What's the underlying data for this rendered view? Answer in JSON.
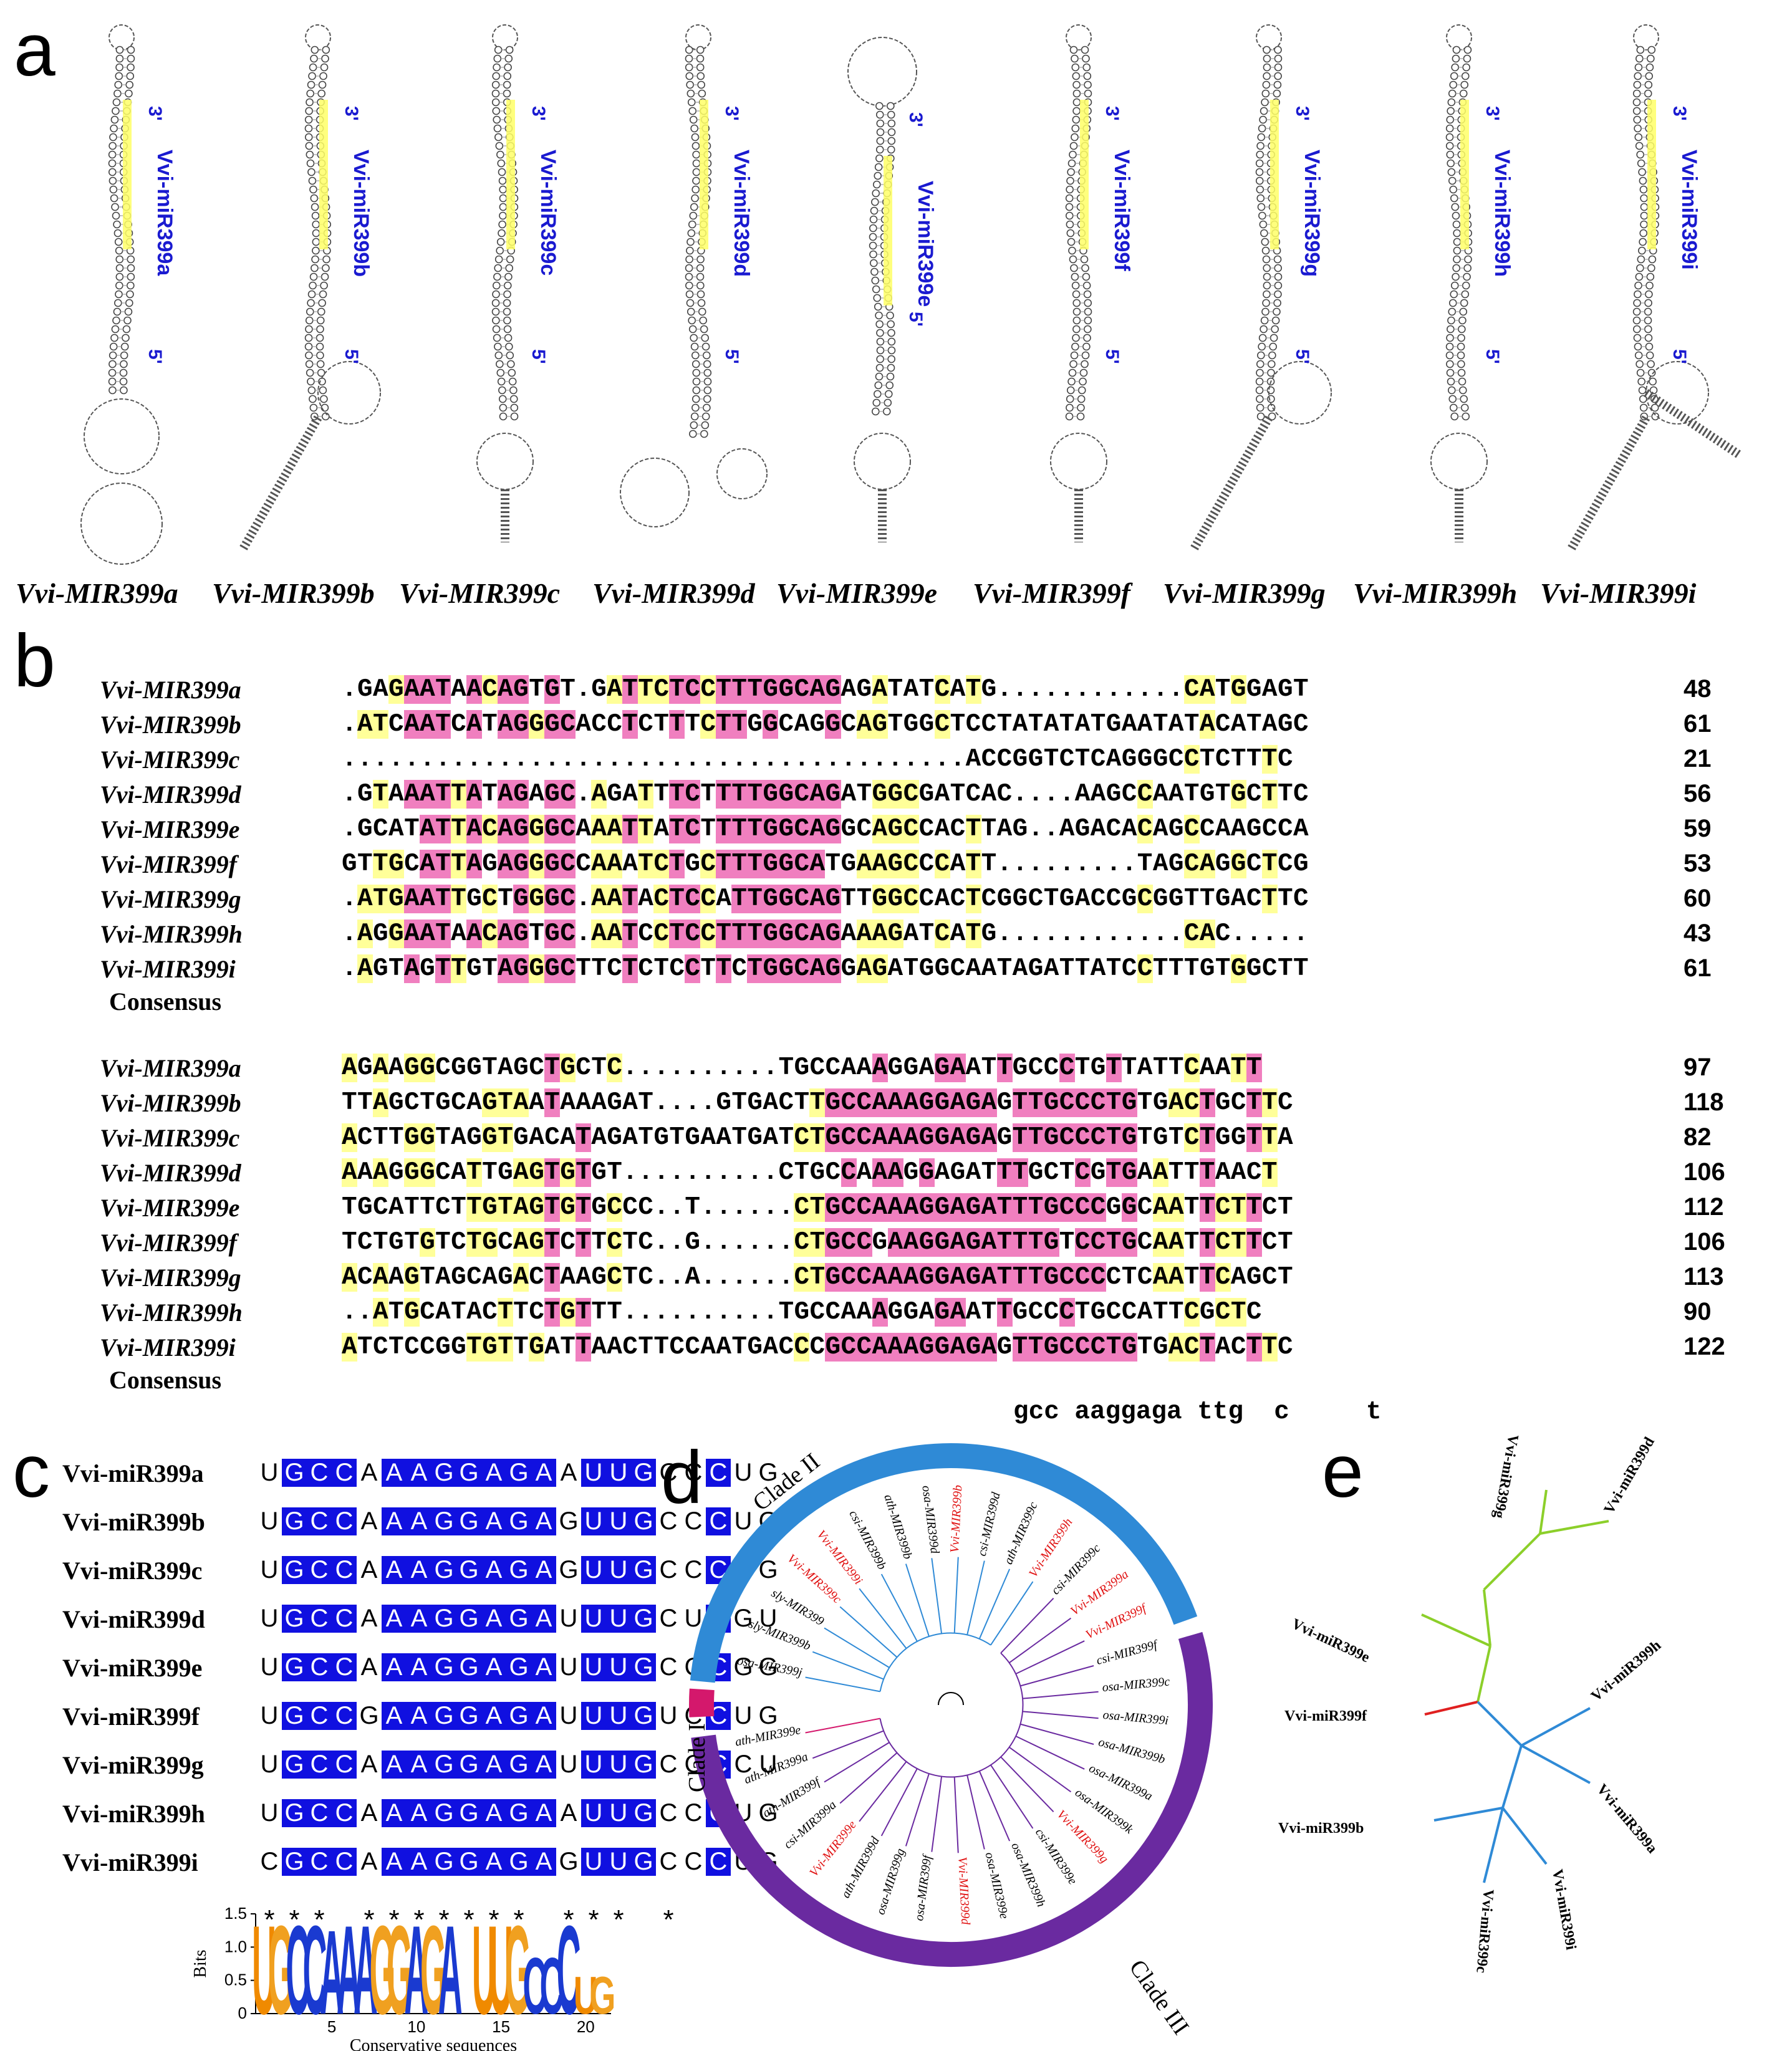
{
  "panels": {
    "a": "a",
    "b": "b",
    "c": "c",
    "d": "d",
    "e": "e"
  },
  "panel_a": {
    "hairpins": [
      {
        "precursor": "Vvi-MIR399a",
        "mature": "Vvi-miR399a"
      },
      {
        "precursor": "Vvi-MIR399b",
        "mature": "Vvi-miR399b"
      },
      {
        "precursor": "Vvi-MIR399c",
        "mature": "Vvi-miR399c"
      },
      {
        "precursor": "Vvi-MIR399d",
        "mature": "Vvi-miR399d"
      },
      {
        "precursor": "Vvi-MIR399e",
        "mature": "Vvi-miR399e"
      },
      {
        "precursor": "Vvi-MIR399f",
        "mature": "Vvi-miR399f"
      },
      {
        "precursor": "Vvi-MIR399g",
        "mature": "Vvi-miR399g"
      },
      {
        "precursor": "Vvi-MIR399h",
        "mature": "Vvi-miR399h"
      },
      {
        "precursor": "Vvi-MIR399i",
        "mature": "Vvi-miR399i"
      }
    ],
    "end3": "3'",
    "end5": "5'"
  },
  "panel_b": {
    "consensus_label": "Consensus",
    "block1": [
      {
        "name": "Vvi-MIR399a",
        "seq": ".GAGAATAACAGTGT.GATTCTCCTTTGGCAGAGATATCATG............CATGGAGT",
        "len": "48"
      },
      {
        "name": "Vvi-MIR399b",
        "seq": ".ATCAATCATAGGGCACCTCTTTCTTGGCAGGCAGTGGCTCCTATATATGAATATACATAGC",
        "len": "61"
      },
      {
        "name": "Vvi-MIR399c",
        "seq": "........................................ACCGGTCTCAGGGCCTCTTTC",
        "len": "21"
      },
      {
        "name": "Vvi-MIR399d",
        "seq": ".GTAAATTATAGAGC.AGATTTCTTTTGGCAGATGGCGATCAC....AAGCCAATGTGCTTC",
        "len": "56"
      },
      {
        "name": "Vvi-MIR399e",
        "seq": ".GCATATTACAGGGCAAATTATCTTTTGGCAGGCAGCCACTTAG..AGACACAGCCAAGCCA",
        "len": "59"
      },
      {
        "name": "Vvi-MIR399f",
        "seq": "GTTGCATTAGAGGGCCAAATCTGCTTTGGCATGAAGCCCATT.........TAGCAGGCTCG",
        "len": "53"
      },
      {
        "name": "Vvi-MIR399g",
        "seq": ".ATGAATTGCTGGGC.AATACTCCATTGGCAGTTGGCCACTCGGCTGACCGCGGTTGACTTC",
        "len": "60"
      },
      {
        "name": "Vvi-MIR399h",
        "seq": ".AGGAATAACAGTGC.AATCCTCCTTTGGCAGAAAGATCATG............CAC.....",
        "len": "43"
      },
      {
        "name": "Vvi-MIR399i",
        "seq": ".AGTAGTTGTAGGGCTTCTCTCCTTCTGGCAGGAGATGGCAATAGATTATCCTTTGTGGCTT",
        "len": "61"
      }
    ],
    "block2": [
      {
        "name": "Vvi-MIR399a",
        "seq": "AGAAGGCGGTAGCTGCTC..........TGCCAAAGGAGAATTGCCCTGTTATTCAATT",
        "len": "97"
      },
      {
        "name": "Vvi-MIR399b",
        "seq": "TTAGCTGCAGTAATAAAGAT....GTGACTTGCCAAAGGAGAGTTGCCCTGTGACTGCTTC",
        "len": "118"
      },
      {
        "name": "Vvi-MIR399c",
        "seq": "ACTTGGTAGGTGACATAGATGTGAATGATCTGCCAAAGGAGAGTTGCCCTGTGTCTGGTTA",
        "len": "82"
      },
      {
        "name": "Vvi-MIR399d",
        "seq": "AAAGGGCATTGAGTGTGT..........CTGCCAAAGGAGATTTGCTCGTGAATTTAACT",
        "len": "106"
      },
      {
        "name": "Vvi-MIR399e",
        "seq": "TGCATTCTTGTAGTGTGCCC..T......CTGCCAAAGGAGATTTGCCCGGCAATTCTTCT",
        "len": "112"
      },
      {
        "name": "Vvi-MIR399f",
        "seq": "TCTGTGTCTGCAGTCTTCTC..G......CTGCCGAAGGAGATTTGTCCTGCAATTCTTCT",
        "len": "106"
      },
      {
        "name": "Vvi-MIR399g",
        "seq": "ACAAGTAGCAGACTAAGCTC..A......CTGCCAAAGGAGATTTGCCCCTCAATTCAGCT",
        "len": "113"
      },
      {
        "name": "Vvi-MIR399h",
        "seq": "..ATGCATACTTCTGTTT..........TGCCAAAGGAGAATTGCCCTGCCATTCGCTC",
        "len": "90"
      },
      {
        "name": "Vvi-MIR399i",
        "seq": "ATCTCCGGTGTTGATTAACTTCCAATGACCCGCCAAAGGAGAGTTGCCCTGTGACTACTTC",
        "len": "122"
      }
    ],
    "consensus2": "gcc aaggaga ttg  c     t"
  },
  "panel_c": {
    "rows": [
      {
        "name": "Vvi-miR399a",
        "seq": "UGCCAAAGGAGAAUUGCCCUG"
      },
      {
        "name": "Vvi-miR399b",
        "seq": "UGCCAAAGGAGAGUUGCCCUG"
      },
      {
        "name": "Vvi-miR399c",
        "seq": "UGCCAAAGGAGAGUUGCCCUG"
      },
      {
        "name": "Vvi-miR399d",
        "seq": "UGCCAAAGGAGAUUUGCUCGU"
      },
      {
        "name": "Vvi-miR399e",
        "seq": "UGCCAAAGGAGAUUUGCCCGG"
      },
      {
        "name": "Vvi-miR399f",
        "seq": "UGCCGAAGGAGAUUUGUCCUG"
      },
      {
        "name": "Vvi-miR399g",
        "seq": "UGCCAAAGGAGAUUUGCCCCU"
      },
      {
        "name": "Vvi-miR399h",
        "seq": "UGCCAAAGGAGAAUUGCCCUG"
      },
      {
        "name": "Vvi-miR399i",
        "seq": "CGCCAAAGGAGAGUUGCCCUG"
      }
    ],
    "stars": "*** ******* *** *",
    "logo": {
      "ylabel": "Bits",
      "xlabel": "Conservative sequences",
      "yticks": [
        "0",
        "0.5",
        "1.0",
        "1.5"
      ],
      "xticks": [
        "5",
        "10",
        "15",
        "20"
      ],
      "letters": "UGCCAAAGGAGA.UUGCCCUG"
    }
  },
  "panel_d": {
    "clades": [
      "Clade I",
      "Clade II",
      "Clade III"
    ],
    "leaves": [
      "osa-MIR399j",
      "sly-MIR399b",
      "sly-MIR399",
      "Vvi-MIR399c",
      "Vvi-MIR399i",
      "csi-MIR399b",
      "ath-MIR399b",
      "osa-MIR399d",
      "Vvi-MIR399b",
      "csi-MIR399d",
      "ath-MIR399c",
      "Vvi-MIR399h",
      "csi-MIR399c",
      "Vvi-MIR399a",
      "Vvi-MIR399f",
      "csi-MIR399f",
      "osa-MIR399c",
      "osa-MIR399i",
      "osa-MIR399b",
      "osa-MIR399a",
      "osa-MIR399k",
      "Vvi-MIR399g",
      "csi-MIR399e",
      "osa-MIR399h",
      "osa-MIR399e",
      "Vvi-MIR399d",
      "osa-MIR399f",
      "osa-MIR399g",
      "ath-MIR399d",
      "Vvi-MIR399e",
      "csi-MIR399a",
      "ath-MIR399f",
      "ath-MIR399a",
      "ath-MIR399e"
    ]
  },
  "panel_e": {
    "leaves": [
      "Vvi-miR399g",
      "Vvi-miR399d",
      "Vvi-miR399e",
      "Vvi-miR399f",
      "Vvi-miR399h",
      "Vvi-miR399a",
      "Vvi-miR399i",
      "Vvi-miR399c",
      "Vvi-miR399b"
    ]
  },
  "colors": {
    "mature_highlight": "#ffff66",
    "label_blue": "#1a1ad0",
    "align_yellow": "#ffff99",
    "align_pink": "#f07fbf",
    "align_blue": "#1010e0",
    "clade1": "#d4186c",
    "clade2": "#2f8ad6",
    "clade3": "#6a2aa0",
    "vvi_red": "#e01010",
    "e_green": "#8ccf2a",
    "e_red": "#e02020",
    "e_blue": "#2f8ad6"
  }
}
